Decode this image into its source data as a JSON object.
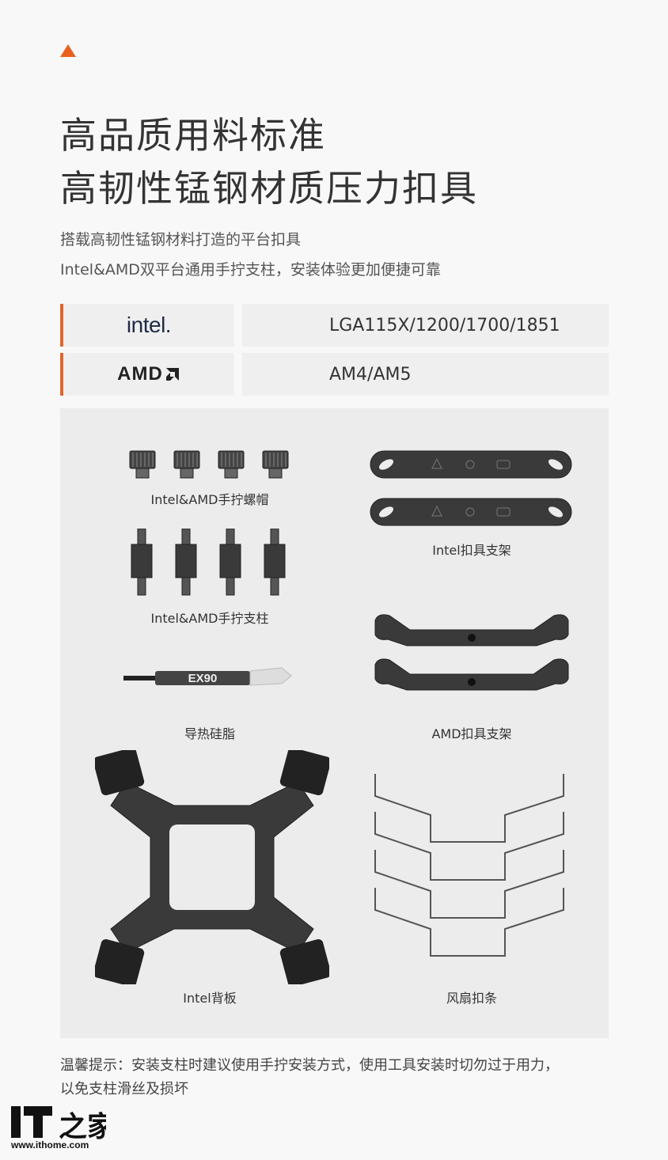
{
  "heading": {
    "line1": "高品质用料标准",
    "line2": "高韧性锰钢材质压力扣具"
  },
  "description": {
    "line1": "搭载高韧性锰钢材料打造的平台扣具",
    "line2": "Intel&AMD双平台通用手拧支柱，安装体验更加便捷可靠"
  },
  "specs": [
    {
      "brand": "intel.",
      "sockets": "LGA115X/1200/1700/1851"
    },
    {
      "brand": "AMD",
      "sockets": "AM4/AM5"
    }
  ],
  "accessories": {
    "thumb_nuts": "Intel&AMD手拧螺帽",
    "intel_bracket": "Intel扣具支架",
    "standoffs": "Intel&AMD手拧支柱",
    "thermal_paste": "导热硅脂",
    "thermal_paste_brand": "EX90",
    "amd_bracket": "AMD扣具支架",
    "intel_backplate": "Intel背板",
    "fan_clips": "风扇扣条"
  },
  "tip": {
    "line1": "温馨提示：安装支柱时建议使用手拧安装方式，使用工具安装时切勿过于用力，",
    "line2": "以免支柱滑丝及损坏"
  },
  "watermark": {
    "logo": "IT之家",
    "url": "www.ithome.com"
  },
  "colors": {
    "accent": "#e8621f",
    "part": "#3a3a3a"
  }
}
